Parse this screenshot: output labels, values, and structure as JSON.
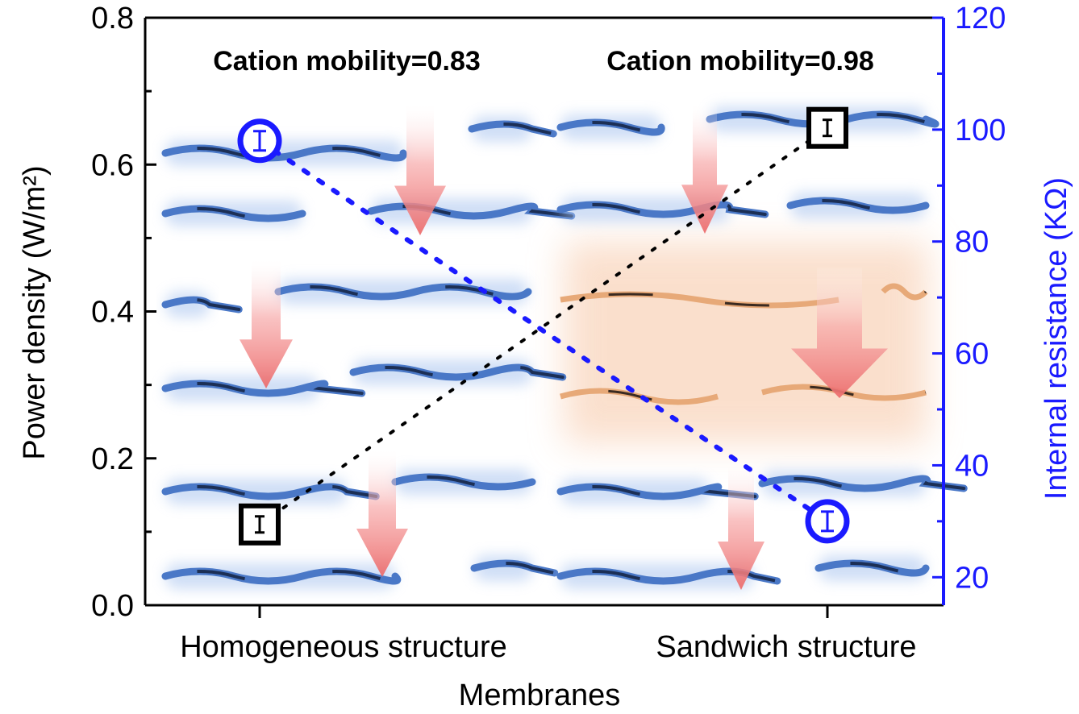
{
  "chart_data": {
    "type": "scatter",
    "xlabel": "Membranes",
    "categories": [
      "Homogeneous structure",
      "Sandwich structure"
    ],
    "ylabel": "Power density (W/m²)",
    "ylim": [
      0.0,
      0.8
    ],
    "yticks": [
      "0.0",
      "0.2",
      "0.4",
      "0.6",
      "0.8"
    ],
    "y2label": "Internal resistance (KΩ)",
    "y2lim": [
      15,
      120
    ],
    "y2ticks": [
      "20",
      "40",
      "60",
      "80",
      "100",
      "120"
    ],
    "series": [
      {
        "axis": "left",
        "marker": "square",
        "color": "#000000",
        "values": [
          0.11,
          0.65
        ]
      },
      {
        "axis": "right",
        "marker": "circle",
        "color": "#1a1aff",
        "values": [
          98,
          30
        ]
      }
    ],
    "annotations": [
      "Cation mobility=0.83",
      "Cation mobility=0.98"
    ],
    "grid": false,
    "left_axis_color": "#000000",
    "right_axis_color": "#1a1aff"
  }
}
